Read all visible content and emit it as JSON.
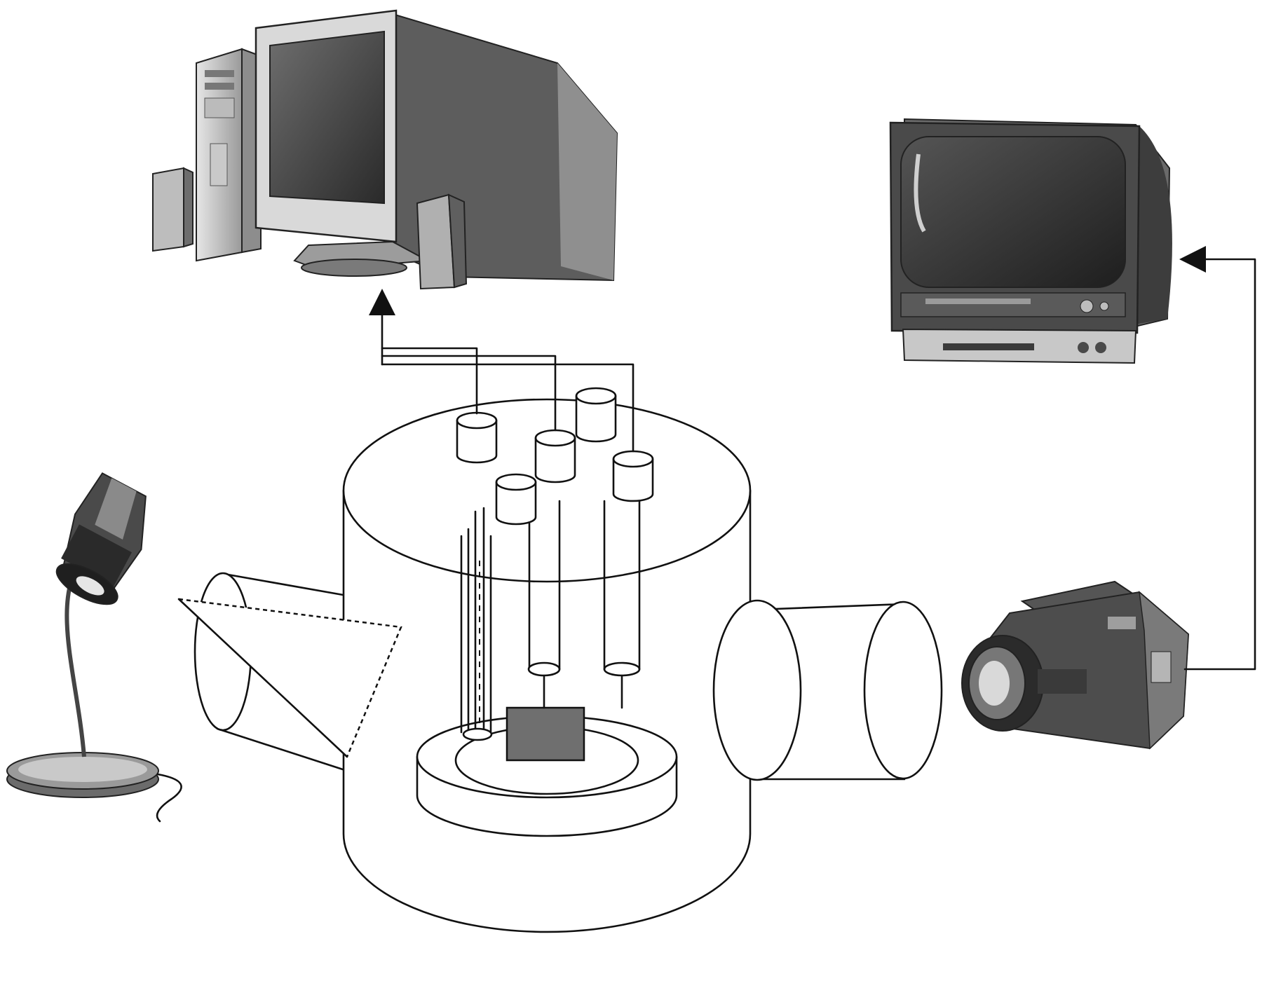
{
  "diagram": {
    "components": [
      {
        "id": "pc",
        "icon": "desktop-computer-icon"
      },
      {
        "id": "tv",
        "icon": "tv-monitor-icon"
      },
      {
        "id": "lamp",
        "icon": "desk-lamp-icon"
      },
      {
        "id": "camera",
        "icon": "video-camera-icon"
      },
      {
        "id": "vessel",
        "icon": "cylindrical-reactor-icon"
      }
    ],
    "connections": [
      {
        "from": "vessel",
        "to": "pc",
        "style": "arrow"
      },
      {
        "from": "camera",
        "to": "tv",
        "style": "arrow"
      },
      {
        "from": "lamp",
        "to": "vessel",
        "style": "dashed-light-beam"
      }
    ],
    "colors": {
      "line": "#111111",
      "background": "#ffffff",
      "device_dark": "#3a3a3a",
      "device_mid": "#8a8a8a",
      "device_light": "#d4d4d4"
    }
  }
}
